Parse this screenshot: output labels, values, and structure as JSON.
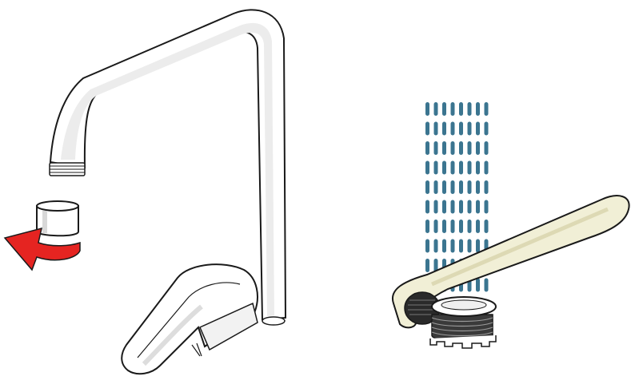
{
  "illustration": {
    "steps": [
      {
        "id": "unscrew-aerator",
        "description": ""
      },
      {
        "id": "clean-aerator",
        "description": ""
      }
    ],
    "icons": [
      "faucet",
      "aerator",
      "unscrew-arrow",
      "water-stream",
      "cloth",
      "aerator-insert"
    ],
    "colors": {
      "outline": "#1a1a1a",
      "faucet_shade": "#e9e9e9",
      "arrow": "#e52421",
      "water": "#3b7590",
      "cloth": "#f1efd6",
      "cloth_fold": "#ddd9b4",
      "thread": "#2a2a2a"
    }
  }
}
